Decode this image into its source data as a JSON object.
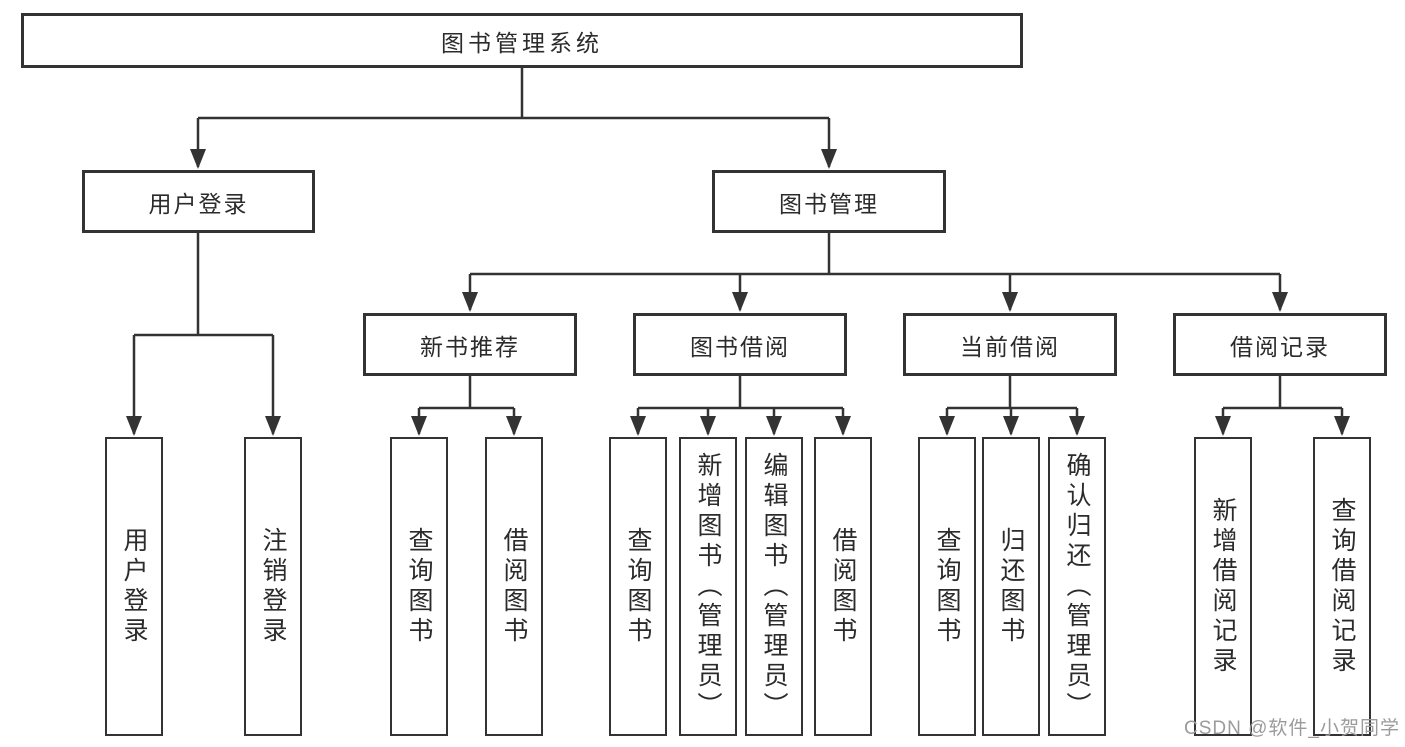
{
  "tree": {
    "root": {
      "label": "图书管理系统"
    },
    "branches": [
      {
        "label": "用户登录",
        "children": [
          {
            "label": "用户登录"
          },
          {
            "label": "注销登录"
          }
        ]
      },
      {
        "label": "图书管理",
        "children": [
          {
            "label": "新书推荐",
            "children": [
              {
                "label": "查询图书"
              },
              {
                "label": "借阅图书"
              }
            ]
          },
          {
            "label": "图书借阅",
            "children": [
              {
                "label": "查询图书"
              },
              {
                "label": "新增图书（管理员）"
              },
              {
                "label": "编辑图书（管理员）"
              },
              {
                "label": "借阅图书"
              }
            ]
          },
          {
            "label": "当前借阅",
            "children": [
              {
                "label": "查询图书"
              },
              {
                "label": "归还图书"
              },
              {
                "label": "确认归还（管理员）"
              }
            ]
          },
          {
            "label": "借阅记录",
            "children": [
              {
                "label": "新增借阅记录"
              },
              {
                "label": "查询借阅记录"
              }
            ]
          }
        ]
      }
    ]
  },
  "watermark": {
    "text": "CSDN @软件_小贺同学"
  },
  "colors": {
    "line": "#333333",
    "box_border": "#333333",
    "text": "#2b2b2b",
    "watermark": "#9b9b9b",
    "background": "#ffffff"
  }
}
